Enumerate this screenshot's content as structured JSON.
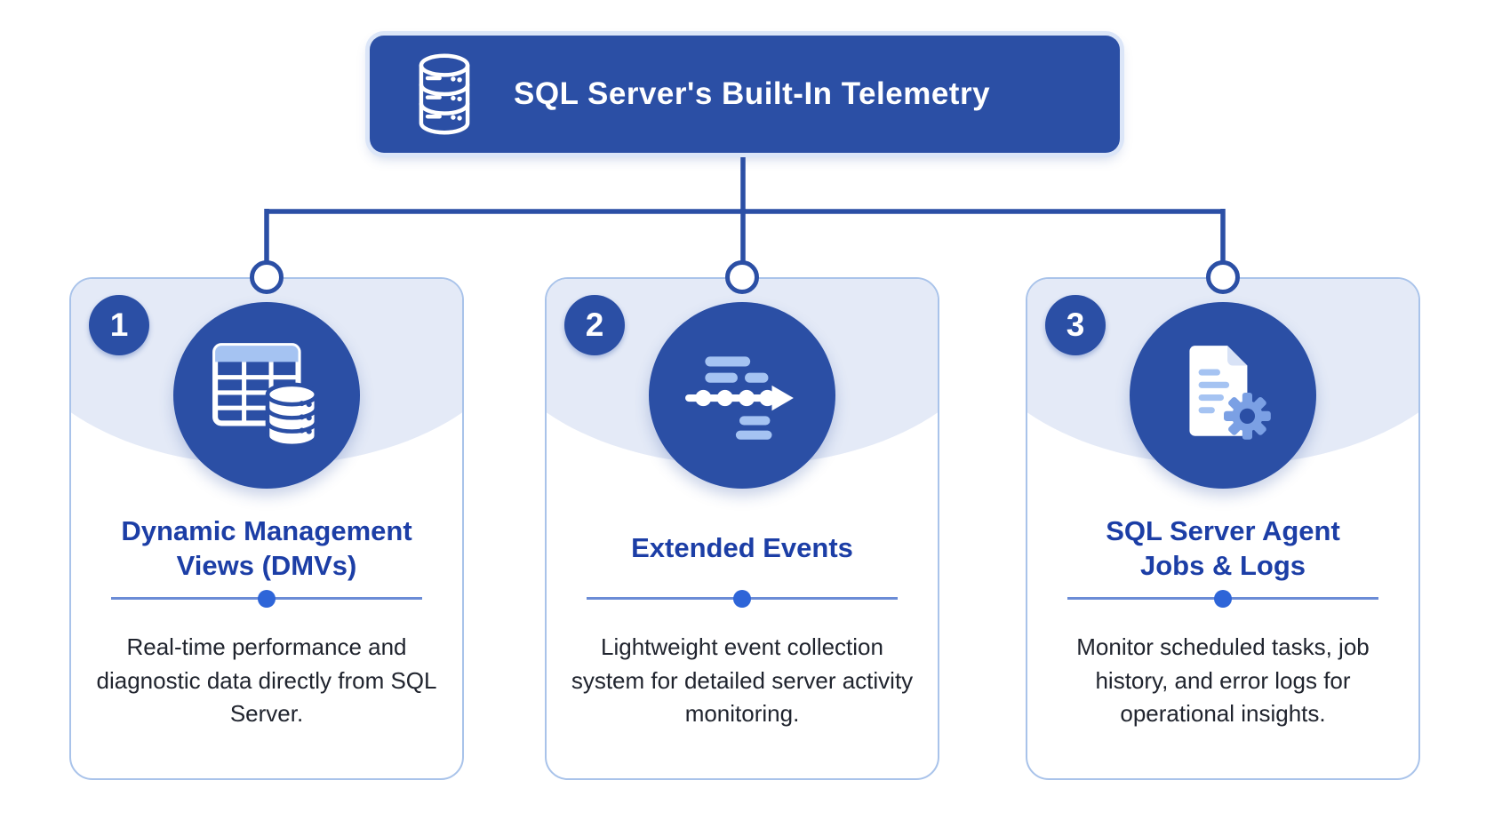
{
  "header": {
    "title": "SQL Server's Built-In Telemetry",
    "icon": "database-icon"
  },
  "cards": [
    {
      "number": "1",
      "icon": "table-database-icon",
      "title": "Dynamic Management Views (DMVs)",
      "title_lines": [
        "Dynamic Management",
        "Views (DMVs)"
      ],
      "description": "Real-time performance and diagnostic data directly from SQL Server."
    },
    {
      "number": "2",
      "icon": "timeline-arrow-icon",
      "title": "Extended Events",
      "title_lines": [
        "Extended Events"
      ],
      "description": "Lightweight event collection system for detailed server activity monitoring."
    },
    {
      "number": "3",
      "icon": "document-gear-icon",
      "title": "SQL Server Agent Jobs & Logs",
      "title_lines": [
        "SQL Server Agent",
        "Jobs & Logs"
      ],
      "description": "Monitor scheduled tasks, job history, and error logs for operational insights."
    }
  ],
  "colors": {
    "primary": "#2b4fa5",
    "band": "#e4eaf7",
    "card_border": "#a9c3ea",
    "title_text": "#1c3ea6",
    "divider_line": "#6b8cd6",
    "divider_dot": "#2e65d8",
    "body_text": "#20242e",
    "icon_light": "#a5c3f2",
    "gear": "#7ba0e4",
    "header_text": "#ffffff",
    "background": "#ffffff"
  }
}
